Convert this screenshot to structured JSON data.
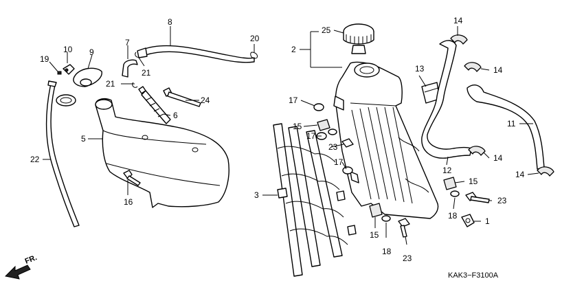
{
  "diagram_code": "KAK3−F3100A",
  "direction_label": "FR.",
  "callouts": {
    "c1": "1",
    "c2": "2",
    "c3": "3",
    "c5": "5",
    "c6": "6",
    "c7": "7",
    "c8": "8",
    "c9": "9",
    "c10": "10",
    "c11": "11",
    "c12": "12",
    "c13": "13",
    "c14a": "14",
    "c14b": "14",
    "c14c": "14",
    "c14d": "14",
    "c15a": "15",
    "c15b": "15",
    "c15c": "15",
    "c16": "16",
    "c17a": "17",
    "c17b": "17",
    "c17c": "17",
    "c18a": "18",
    "c18b": "18",
    "c19": "19",
    "c20": "20",
    "c21a": "21",
    "c21b": "21",
    "c22": "22",
    "c23a": "23",
    "c23b": "23",
    "c23c": "23",
    "c24": "24",
    "c25": "25"
  }
}
